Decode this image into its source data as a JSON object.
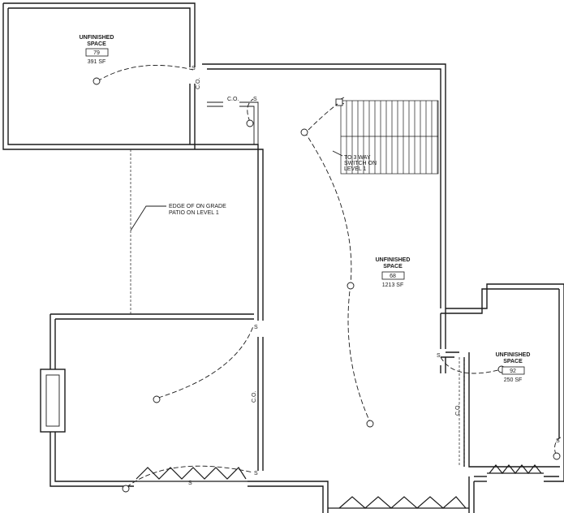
{
  "rooms": [
    {
      "name": "UNFINISHED",
      "name2": "SPACE",
      "number": "79",
      "area": "391 SF"
    },
    {
      "name": "UNFINISHED",
      "name2": "SPACE",
      "number": "68",
      "area": "1213 SF"
    },
    {
      "name": "UNFINISHED",
      "name2": "SPACE",
      "number": "92",
      "area": "250 SF"
    }
  ],
  "notes": {
    "edge_line1": "EDGE OF ON GRADE",
    "edge_line2": "PATIO ON LEVEL 1",
    "switch_line1": "TO 3 WAY",
    "switch_line2": "SWITCH ON",
    "switch_line3": "LEVEL 1"
  },
  "markers": {
    "co": "C.O.",
    "s": "S"
  }
}
